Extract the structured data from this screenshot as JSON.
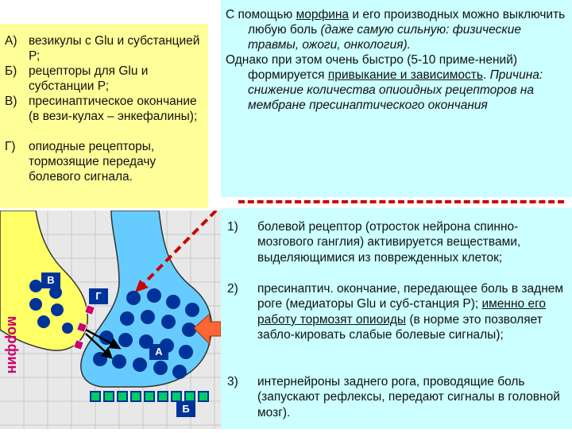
{
  "legend": {
    "items": [
      {
        "label": "А)",
        "text": "везикулы с Glu и субстанцией Р;"
      },
      {
        "label": "Б)",
        "text": "рецепторы для Glu и субстанции Р;"
      },
      {
        "label": "В)",
        "text": "пресинаптическое окончание (в вези-кулах – энкефалины);"
      },
      {
        "label": "Г)",
        "text": "опиодные рецепторы, тормозящие передачу болевого сигнала."
      }
    ]
  },
  "morphine_box": {
    "p1_start": "С помощью ",
    "p1_link": "морфина",
    "p1_mid": " и его производных можно выключить любую боль ",
    "p1_italic": "(даже самую сильную: физические травмы, ожоги, онкология).",
    "p2_start": "Однако при этом очень быстро (5-10 приме-нений) формируется ",
    "p2_u1": "привыкание и зависимость",
    "p2_dot": ". ",
    "p2_italic": "Причина: снижение количества опиоидных рецепторов на мембране пресинаптического окончания"
  },
  "numbered_list": [
    {
      "num": "1)",
      "text": "болевой рецептор (отросток нейрона спинно-мозгового ганглия) активируется веществами, выделяющимися из поврежденных клеток;"
    },
    {
      "num": "2)",
      "text_start": "пресинаптич. окончание, передающее боль в заднем роге (медиаторы Glu и суб-станция Р); ",
      "text_u": "именно его работу тормозят опиоиды",
      "text_end": " (в норме это позволяет забло-кировать слабые болевые сигналы);"
    },
    {
      "num": "3)",
      "text": "интернейроны заднего рога, проводящие боль (запускают рефлексы, передают сигналы в головной мозг)."
    }
  ],
  "diagram": {
    "labels": {
      "v": "В",
      "g": "Г",
      "a": "А",
      "b": "Б"
    },
    "morphine_label": "морфин",
    "colors": {
      "neuron": "#ffff66",
      "terminal": "#66ccff",
      "vesicle": "#003399",
      "opioid_receptor": "#cc0066",
      "receptor": "#009966",
      "arrow": "#cc0000",
      "orange_arrow": "#ff6633"
    }
  }
}
